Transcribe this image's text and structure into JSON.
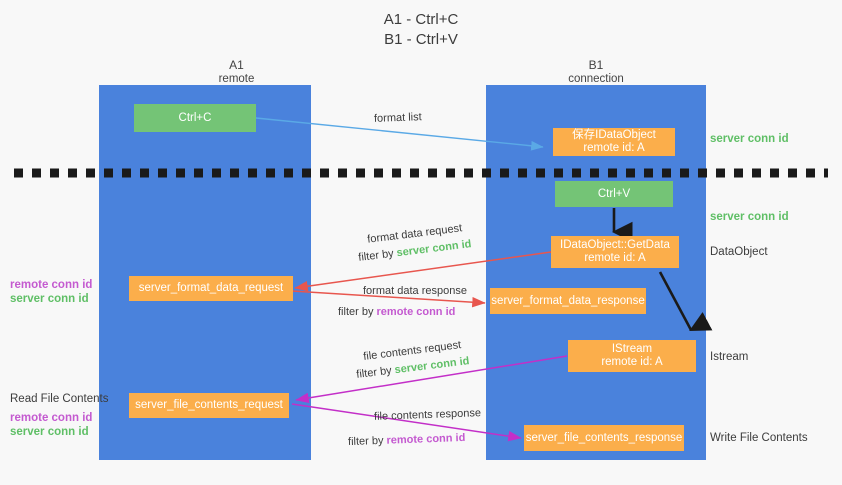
{
  "title": {
    "line1": "A1 - Ctrl+C",
    "line2": "B1 - Ctrl+V"
  },
  "lanes": [
    {
      "name": "A1",
      "sub": "remote"
    },
    {
      "name": "B1",
      "sub": "connection"
    }
  ],
  "boxes": {
    "ctrl_c": "Ctrl+C",
    "ctrl_v": "Ctrl+V",
    "save_dataobject_l1": "保存IDataObject",
    "save_dataobject_l2": "remote id: A",
    "getdata_l1": "IDataObject::GetData",
    "getdata_l2": "remote id: A",
    "istream_l1": "IStream",
    "istream_l2": "remote id: A",
    "server_format_data_request": "server_format_data_request",
    "server_format_data_response": "server_format_data_response",
    "server_file_contents_request": "server_file_contents_request",
    "server_file_contents_response": "server_file_contents_response"
  },
  "captions": {
    "format_list": "format list",
    "format_data_request": "format data request",
    "format_data_request_filter_pre": "filter by ",
    "format_data_request_filter_key": "server conn id",
    "format_data_response": "format data response",
    "format_data_response_filter_pre": "filter by ",
    "format_data_response_filter_key": "remote conn id",
    "file_contents_request": "file contents request",
    "file_contents_request_filter_pre": "filter by ",
    "file_contents_request_filter_key": "server conn id",
    "file_contents_response": "file contents response",
    "file_contents_response_filter_pre": "filter by ",
    "file_contents_response_filter_key": "remote conn id"
  },
  "right_labels": {
    "server_conn_id_top": "server conn id",
    "server_conn_id_second": "server conn id",
    "dataobject": "DataObject",
    "istream": "Istream",
    "write_file_contents": "Write File Contents"
  },
  "left_labels": {
    "remote_conn_id_1": "remote conn id",
    "server_conn_id_1": "server conn id",
    "read_file_contents": "Read File Contents",
    "remote_conn_id_2": "remote conn id",
    "server_conn_id_2": "server conn id"
  },
  "colors": {
    "lane_blue": "#4a82dc",
    "box_orange": "#fbae4b",
    "box_green": "#74c476",
    "green_text": "#5fbf66",
    "purple_text": "#c45ad0",
    "arrow_red": "#e8564e",
    "arrow_purple": "#c32fc8",
    "arrow_blue": "#5aa9e6",
    "arrow_black": "#1a1a1a",
    "background": "#f8f8f8"
  }
}
